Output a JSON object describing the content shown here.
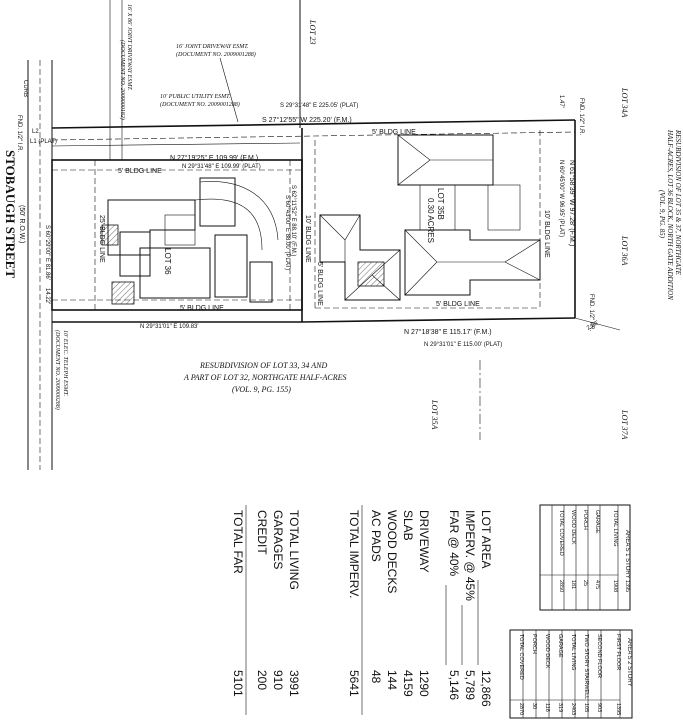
{
  "street": {
    "name": "STOBAUGH STREET",
    "row": "(50' R.O.W.)",
    "curb": "CURB"
  },
  "easements": {
    "drive_top": [
      "16' JOINT DRIVEWAY ESMT.",
      "(DOCUMENT NO. 2009001288)"
    ],
    "drive_left": [
      "16' X 86' JOINT DRIVEWAY ESMT.",
      "(DOCUMENT NO. 2009000182)"
    ],
    "utility": [
      "10' PUBLIC UTILITY ESMT.",
      "(DOCUMENT NO. 2009001288)"
    ],
    "telephone": [
      "10' ELEC. TELEPH ESMT.",
      "(DOCUMENT NO. 2009000288)"
    ]
  },
  "lots": {
    "lot23": "LOT 23",
    "lot34a": "LOT 34A",
    "lot35a": "LOT 35A",
    "lot36a": "LOT 36A",
    "lot37a": "LOT 37A",
    "lot35b": "LOT 35B",
    "lot35b_area": "0.30 ACRES",
    "lot36": "LOT 36"
  },
  "bearings": {
    "top_plat": "S 29°31'48\" E  225.05' (PLAT)",
    "top_fm": "S 27°12'55\" W  225.20' (F.M.)",
    "inner_fm": "N 27°19'25\" E  109.99' (F.M.)",
    "inner_plat": "N 29°31'48\" E  109.99' (PLAT)",
    "mid_fm": "N 27°18'38\" E  115.17' (F.M.)",
    "mid_plat": "N 29°31'01\" E  115.00' (PLAT)",
    "bottom_plat": "N 29°31'01\" E  109.83'",
    "right_fm": "N 61°58'39\" W  97.28' (F.M.)",
    "right_plat": "N 60°45'00\" W  96.95' (PLAT)",
    "mid_vert_fm": "S 62°11'52\" E  88.10' (F.M.)",
    "mid_vert_plat": "S 60°43'00\" E  88.00' (PLAT)",
    "left_vert": "S 60°29'00\" E  81.86'",
    "corner_bl": "14.22'",
    "corner_br": "2.86'",
    "corner_tr": "1.47'"
  },
  "setbacks": {
    "bldg5_top": "5' BLDG LINE",
    "bldg5_left": "5' BLDG LINE",
    "bldg5_bottom_left": "5' BLDG LINE",
    "bldg5_bottom_right": "5' BLDG LINE",
    "bldg10_right": "10' BLDG LINE",
    "bldg10_mid": "10' BLDG LINE",
    "bldg5_vert": "5' BLDG LINE",
    "bldg25": "25' BLDG LINE"
  },
  "markers": {
    "fnd": "FND. 1/2\" I.R.",
    "l1": "L1 (PLAT)",
    "l2": "L2"
  },
  "resub": {
    "title_right": "RESUBDIVISION OF LOT 35 & 37, NORTHGATE",
    "title_right2": "HALF-ACRES, LOT 36 BLOCK, NORTH GATE ADDITION",
    "title_right3": "(VOL. 9, PG. 85)",
    "title_center": "RESUBDIVISION OF LOT 33, 34 AND",
    "title_center2": "A PART OF LOT 32, NORTHGATE HALF-ACRES",
    "title_center3": "(VOL. 9, PG. 155)"
  },
  "calc": {
    "group1": [
      {
        "label": "LOT AREA",
        "value": "12,866"
      },
      {
        "label": "IMPERV. @ 45%",
        "value": "5,789"
      },
      {
        "label": "FAR @ 40%",
        "value": "5,146"
      }
    ],
    "group2": [
      {
        "label": "DRIVEWAY",
        "value": "1290"
      },
      {
        "label": "SLAB",
        "value": "4159"
      },
      {
        "label": "WOOD DECKS",
        "value": "144"
      },
      {
        "label": "AC PADS",
        "value": "48"
      }
    ],
    "total_imperv": {
      "label": "TOTAL IMPERV.",
      "value": "5641"
    },
    "group3": [
      {
        "label": "TOTAL LIVING",
        "value": "3991"
      },
      {
        "label": "GARAGES",
        "value": "910"
      },
      {
        "label": "CREDIT",
        "value": "200"
      }
    ],
    "total_far": {
      "label": "TOTAL FAR",
      "value": "5101"
    }
  },
  "table1": {
    "title": "AREA'S 1 STORY",
    "rows": [
      {
        "label": "TOTAL LIVING",
        "value": "1908"
      },
      {
        "label": "GARAGE",
        "value": "475"
      },
      {
        "label": "PORCH",
        "value": "25"
      },
      {
        "label": "WOOD DECK",
        "value": "181"
      },
      {
        "label": "TOTAL COVERED",
        "value": "2850"
      }
    ],
    "extra_value": "1395"
  },
  "table2": {
    "title": "AREA'S 2 STORY",
    "rows": [
      {
        "label": "FIRST FLOOR",
        "value": "1395"
      },
      {
        "label": "SECOND FLOOR",
        "value": "903"
      },
      {
        "label": "TWO STORY STAIRWELL",
        "value": "105"
      },
      {
        "label": "TOTAL LIVING",
        "value": "2403"
      },
      {
        "label": "GARAGE",
        "value": "319"
      },
      {
        "label": "WOOD DECK",
        "value": "118"
      },
      {
        "label": "PORCH",
        "value": "30"
      },
      {
        "label": "TOTAL COVERED",
        "value": "2870"
      }
    ]
  }
}
